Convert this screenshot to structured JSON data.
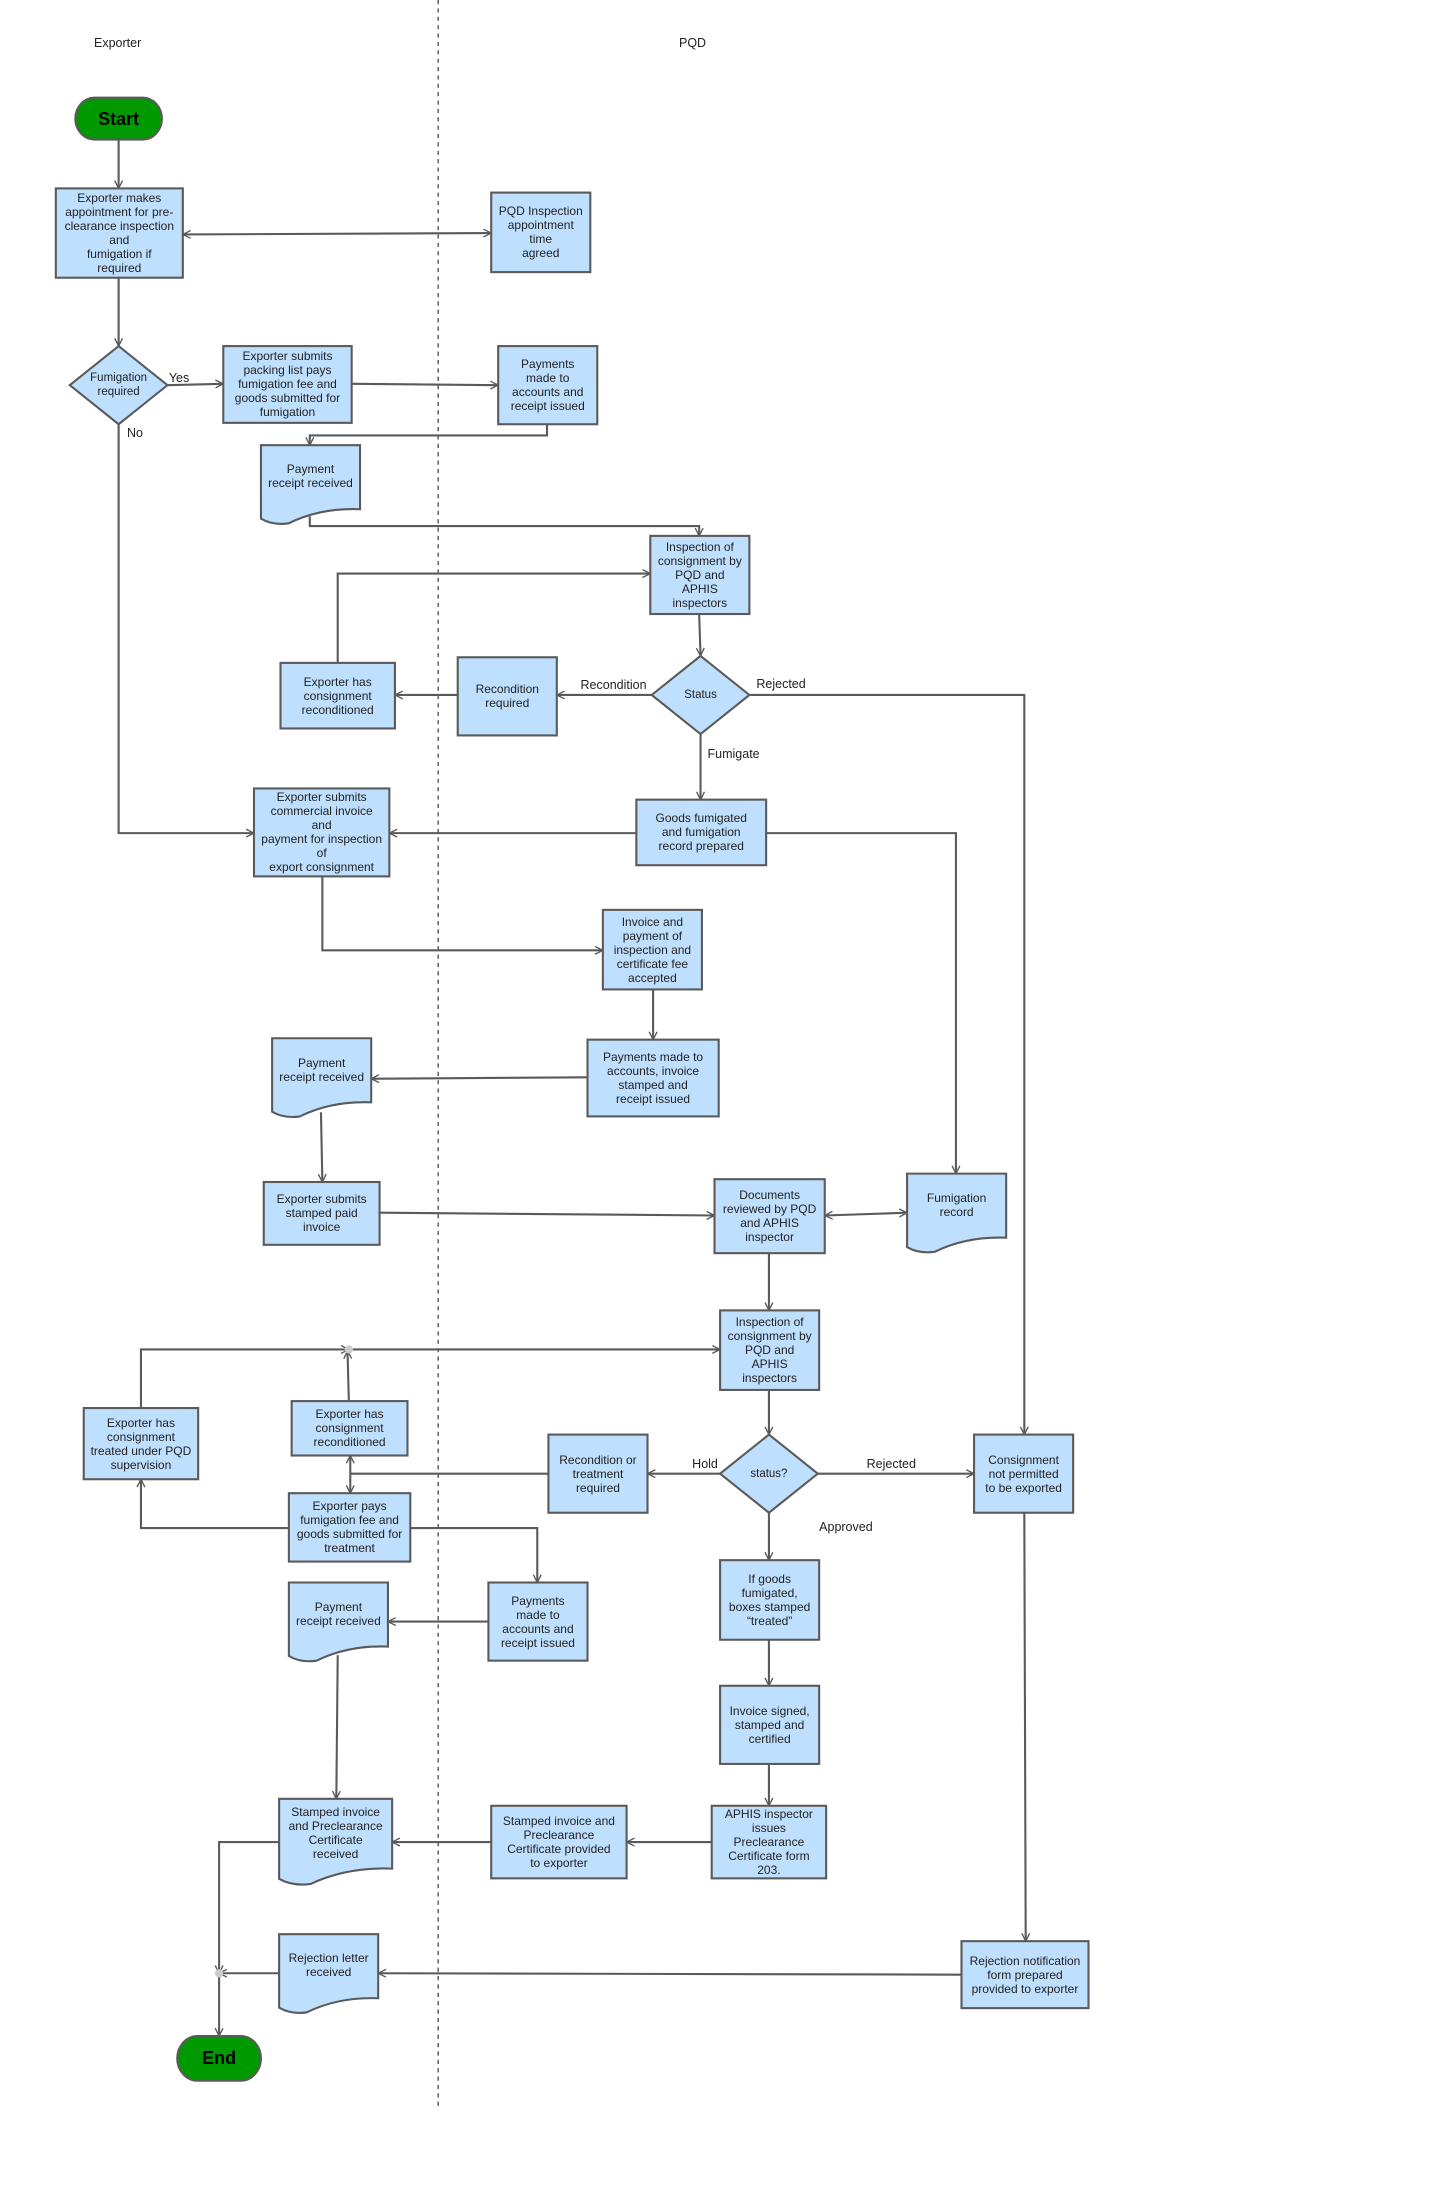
{
  "lanes": {
    "exporter": "Exporter",
    "pqd": "PQD"
  },
  "colors": {
    "node_fill": "#bfdfff",
    "stroke": "#5a5a5a",
    "terminal": "#009900",
    "lane_line": "#555555"
  },
  "nodes": [
    {
      "id": "start",
      "label": "Start"
    },
    {
      "id": "n1",
      "label": "Exporter makes\nappointment for pre-\nclearance inspection\nand\nfumigation if\nrequired"
    },
    {
      "id": "n2",
      "label": "PQD Inspection\nappointment\ntime\nagreed"
    },
    {
      "id": "d1",
      "label": "Fumigation\nrequired"
    },
    {
      "id": "n3",
      "label": "Exporter submits\npacking list pays\nfumigation fee and\ngoods submitted for\nfumigation"
    },
    {
      "id": "n4",
      "label": "Payments\nmade to\naccounts and\nreceipt issued"
    },
    {
      "id": "doc1",
      "label": "Payment\nreceipt received"
    },
    {
      "id": "n5",
      "label": "Inspection of\nconsignment by\nPQD and\nAPHIS\ninspectors"
    },
    {
      "id": "d2",
      "label": "Status"
    },
    {
      "id": "n6",
      "label": "Recondition\nrequired"
    },
    {
      "id": "n7",
      "label": "Exporter has\nconsignment\nreconditioned"
    },
    {
      "id": "n8",
      "label": "Exporter submits\ncommercial invoice\nand\npayment for inspection\nof\nexport consignment"
    },
    {
      "id": "n9",
      "label": "Goods fumigated\nand fumigation\nrecord prepared"
    },
    {
      "id": "n10",
      "label": "Invoice and\npayment of\ninspection and\ncertificate fee\naccepted"
    },
    {
      "id": "n11",
      "label": "Payments made to\naccounts, invoice\nstamped and\nreceipt issued"
    },
    {
      "id": "doc2",
      "label": "Payment\nreceipt received"
    },
    {
      "id": "n12",
      "label": "Exporter submits\nstamped paid\ninvoice"
    },
    {
      "id": "n13",
      "label": "Documents\nreviewed by PQD\nand APHIS\ninspector"
    },
    {
      "id": "doc3",
      "label": "Fumigation\nrecord"
    },
    {
      "id": "n14",
      "label": "Inspection of\nconsignment by\nPQD and\nAPHIS\ninspectors"
    },
    {
      "id": "d3",
      "label": "status?"
    },
    {
      "id": "n15",
      "label": "Recondition or\ntreatment\nrequired"
    },
    {
      "id": "n16",
      "label": "Consignment\nnot permitted\nto be exported"
    },
    {
      "id": "n17",
      "label": "Exporter has\nconsignment\ntreated under PQD\nsupervision"
    },
    {
      "id": "n18",
      "label": "Exporter has\nconsignment\nreconditioned"
    },
    {
      "id": "n19",
      "label": "Exporter pays\nfumigation fee and\ngoods submitted for\ntreatment"
    },
    {
      "id": "n20",
      "label": "Payments\nmade to\naccounts and\nreceipt issued"
    },
    {
      "id": "doc4",
      "label": "Payment\nreceipt received"
    },
    {
      "id": "n21",
      "label": "If goods\nfumigated,\nboxes stamped\n“treated”"
    },
    {
      "id": "n22",
      "label": "Invoice signed,\nstamped and\ncertified"
    },
    {
      "id": "n23",
      "label": "APHIS inspector\nissues\nPreclearance\nCertificate form\n203."
    },
    {
      "id": "n24",
      "label": "Stamped invoice and\nPreclearance\nCertificate provided\nto exporter"
    },
    {
      "id": "doc5",
      "label": "Stamped invoice\nand Preclearance\nCertificate\nreceived"
    },
    {
      "id": "doc6",
      "label": "Rejection letter\nreceived"
    },
    {
      "id": "n25",
      "label": "Rejection notification\nform prepared\nprovided to exporter"
    },
    {
      "id": "end",
      "label": "End"
    }
  ],
  "edge_labels": [
    {
      "id": "yes",
      "label": "Yes"
    },
    {
      "id": "no",
      "label": "No"
    },
    {
      "id": "recondition",
      "label": "Recondition"
    },
    {
      "id": "rejected1",
      "label": "Rejected"
    },
    {
      "id": "fumigate",
      "label": "Fumigate"
    },
    {
      "id": "hold",
      "label": "Hold"
    },
    {
      "id": "rejected2",
      "label": "Rejected"
    },
    {
      "id": "approved",
      "label": "Approved"
    }
  ]
}
